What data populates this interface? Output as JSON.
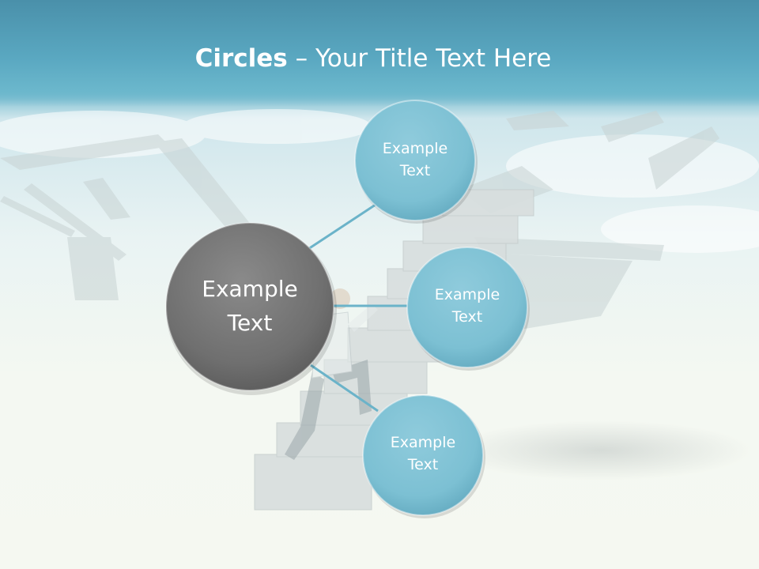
{
  "slide": {
    "title_bold": "Circles",
    "title_rest": " – Your Title Text Here"
  },
  "diagram": {
    "center": {
      "line1": "Example",
      "line2": "Text",
      "color": "#6f6f6f"
    },
    "satellites": [
      {
        "line1": "Example",
        "line2": "Text"
      },
      {
        "line1": "Example",
        "line2": "Text"
      },
      {
        "line1": "Example",
        "line2": "Text"
      }
    ],
    "satellite_color": "#7cc0d3",
    "connector_color": "#6bb3c9"
  }
}
